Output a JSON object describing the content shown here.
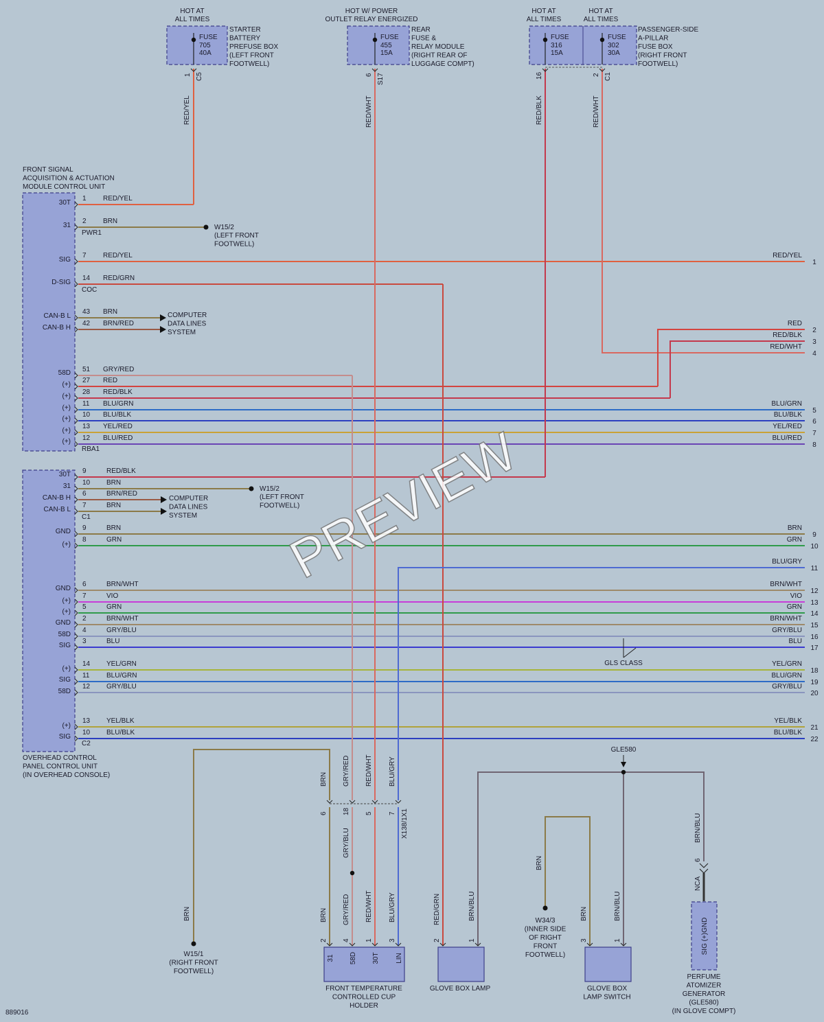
{
  "diagram_id": "889016",
  "watermark": "PREVIEW",
  "colors": {
    "red": "#d4443f",
    "redblk": "#c4384c",
    "redgrn": "#c9493e",
    "redwht": "#d9685f",
    "redyel": "#e06040",
    "brn": "#8b7a48",
    "brnred": "#9a5a45",
    "brnwht": "#9e8a6a",
    "brnblu": "#6f6572",
    "grn": "#2f9b4a",
    "blugrn": "#2c6bc6",
    "blublk": "#2c3fc0",
    "blu": "#3a3ad0",
    "blugry": "#4e6ad2",
    "blured": "#6a44b4",
    "yelred": "#c9a236",
    "yelgrn": "#a6b43a",
    "yelblk": "#b0a23a",
    "vio": "#c83cd8",
    "gryred": "#c48c8c",
    "gryblu": "#8a95be"
  },
  "fuses": [
    {
      "hot": "HOT AT ALL TIMES",
      "label": "FUSE",
      "number": "705",
      "rating": "40A",
      "desc": "STARTER BATTERY PREFUSE BOX (LEFT FRONT FOOTWELL)",
      "pin": "1",
      "conn": "C5"
    },
    {
      "hot": "HOT W/ POWER OUTLET RELAY ENERGIZED",
      "label": "FUSE",
      "number": "455",
      "rating": "15A",
      "desc": "REAR FUSE & RELAY MODULE (RIGHT REAR OF LUGGAGE COMPT)",
      "pin": "6",
      "conn": "S17"
    },
    {
      "hot": "HOT AT ALL TIMES",
      "label": "FUSE",
      "number": "316",
      "rating": "15A",
      "pin": "16"
    },
    {
      "hot": "HOT AT ALL TIMES",
      "label": "FUSE",
      "number": "302",
      "rating": "30A",
      "desc": "PASSENGER-SIDE A-PILLAR FUSE BOX (RIGHT FRONT FOOTWELL)",
      "pin": "2",
      "conn": "C1"
    }
  ],
  "modules": {
    "front_signal": {
      "title": [
        "FRONT SIGNAL",
        "ACQUISITION & ACTUATION",
        "MODULE CONTROL UNIT"
      ],
      "connectors": [
        "PWR1",
        "COC",
        "RBA1"
      ],
      "terminals": [
        "30T",
        "31",
        "SIG",
        "D-SIG",
        "CAN-B L",
        "CAN-B H",
        "58D",
        "(+)",
        "(+)",
        "(+)",
        "(+)",
        "(+)",
        "(+)"
      ]
    },
    "overhead": {
      "title": [
        "OVERHEAD CONTROL",
        "PANEL CONTROL UNIT",
        "(IN OVERHEAD CONSOLE)"
      ],
      "connectors": [
        "C1",
        "C2"
      ],
      "terminals": [
        "30T",
        "31",
        "CAN-B H",
        "CAN-B L",
        "GND",
        "(+)",
        "GND",
        "(+)",
        "(+)",
        "GND",
        "58D",
        "SIG",
        "(+)",
        "SIG",
        "58D",
        "(+)",
        "SIG"
      ]
    }
  },
  "wires": [
    {
      "pin": "1",
      "color": "RED/YEL"
    },
    {
      "pin": "2",
      "color": "BRN"
    },
    {
      "pin": "7",
      "color": "RED/YEL",
      "ref": "1"
    },
    {
      "pin": "14",
      "color": "RED/GRN"
    },
    {
      "pin": "43",
      "color": "BRN"
    },
    {
      "pin": "42",
      "color": "BRN/RED"
    },
    {
      "pin": "51",
      "color": "GRY/RED"
    },
    {
      "pin": "27",
      "color": "RED",
      "ref": "2"
    },
    {
      "pin": "28",
      "color": "RED/BLK",
      "ref": "3"
    },
    {
      "pin": "11",
      "color": "BLU/GRN",
      "ref": "5"
    },
    {
      "pin": "10",
      "color": "BLU/BLK",
      "ref": "6"
    },
    {
      "pin": "13",
      "color": "YEL/RED",
      "ref": "7"
    },
    {
      "pin": "12",
      "color": "BLU/RED",
      "ref": "8"
    },
    {
      "pin": "9",
      "color": "RED/BLK"
    },
    {
      "pin": "10",
      "color": "BRN"
    },
    {
      "pin": "6",
      "color": "BRN/RED"
    },
    {
      "pin": "7",
      "color": "BRN"
    },
    {
      "pin": "9",
      "color": "BRN",
      "ref": "9"
    },
    {
      "pin": "8",
      "color": "GRN",
      "ref": "10"
    },
    {
      "pin": "6",
      "color": "BRN/WHT",
      "ref": "12"
    },
    {
      "pin": "7",
      "color": "VIO",
      "ref": "13"
    },
    {
      "pin": "5",
      "color": "GRN",
      "ref": "14"
    },
    {
      "pin": "2",
      "color": "BRN/WHT",
      "ref": "15"
    },
    {
      "pin": "4",
      "color": "GRY/BLU",
      "ref": "16"
    },
    {
      "pin": "3",
      "color": "BLU",
      "ref": "17"
    },
    {
      "pin": "14",
      "color": "YEL/GRN",
      "ref": "18"
    },
    {
      "pin": "11",
      "color": "BLU/GRN",
      "ref": "19"
    },
    {
      "pin": "12",
      "color": "GRY/BLU",
      "ref": "20"
    },
    {
      "pin": "13",
      "color": "YEL/BLK",
      "ref": "21"
    },
    {
      "pin": "10",
      "color": "BLU/BLK",
      "ref": "22"
    }
  ],
  "right_refs": [
    {
      "color": "RED/YEL",
      "ref": "1"
    },
    {
      "color": "RED",
      "ref": "2"
    },
    {
      "color": "RED/BLK",
      "ref": "3"
    },
    {
      "color": "RED/WHT",
      "ref": "4"
    },
    {
      "color": "BLU/GRN",
      "ref": "5"
    },
    {
      "color": "BLU/BLK",
      "ref": "6"
    },
    {
      "color": "YEL/RED",
      "ref": "7"
    },
    {
      "color": "BLU/RED",
      "ref": "8"
    },
    {
      "color": "BRN",
      "ref": "9"
    },
    {
      "color": "GRN",
      "ref": "10"
    },
    {
      "color": "BLU/GRY",
      "ref": "11"
    },
    {
      "color": "BRN/WHT",
      "ref": "12"
    },
    {
      "color": "VIO",
      "ref": "13"
    },
    {
      "color": "GRN",
      "ref": "14"
    },
    {
      "color": "BRN/WHT",
      "ref": "15"
    },
    {
      "color": "GRY/BLU",
      "ref": "16"
    },
    {
      "color": "BLU",
      "ref": "17"
    },
    {
      "color": "YEL/GRN",
      "ref": "18"
    },
    {
      "color": "BLU/GRN",
      "ref": "19"
    },
    {
      "color": "GRY/BLU",
      "ref": "20"
    },
    {
      "color": "YEL/BLK",
      "ref": "21"
    },
    {
      "color": "BLU/BLK",
      "ref": "22"
    }
  ],
  "vertical_labels": [
    "RED/YEL",
    "RED/WHT",
    "RED/BLK",
    "RED/WHT",
    "BRN",
    "GRY/RED",
    "RED/WHT",
    "BLU/GRY",
    "GRY/BLU",
    "BRN",
    "GRY/RED",
    "RED/WHT",
    "BLU/GRY",
    "RED/GRN",
    "BRN/BLU",
    "BRN",
    "BRN",
    "BRN/BLU",
    "BRN/BLU",
    "NCA",
    "BRN"
  ],
  "grounds": [
    {
      "name": "W15/2",
      "desc": [
        "(LEFT FRONT",
        "FOOTWELL)"
      ]
    },
    {
      "name": "W15/2",
      "desc": [
        "(LEFT FRONT",
        "FOOTWELL)"
      ]
    },
    {
      "name": "W15/1",
      "desc": [
        "(RIGHT FRONT",
        "FOOTWELL)"
      ]
    },
    {
      "name": "W34/3",
      "desc": [
        "(INNER SIDE",
        "OF RIGHT",
        "FRONT",
        "FOOTWELL)"
      ]
    }
  ],
  "systems": [
    [
      "COMPUTER",
      "DATA LINES",
      "SYSTEM"
    ],
    [
      "COMPUTER",
      "DATA LINES",
      "SYSTEM"
    ]
  ],
  "splice_conn": {
    "pins": [
      "6",
      "18",
      "5",
      "7"
    ],
    "name": "X138/1X1"
  },
  "options": {
    "gls_class": "GLS CLASS",
    "gle580": "GLE580"
  },
  "components": {
    "cup_holder": {
      "name": [
        "FRONT TEMPERATURE",
        "CONTROLLED CUP",
        "HOLDER"
      ],
      "terminals": [
        "31",
        "58D",
        "30T",
        "LIN"
      ],
      "pins": [
        "2",
        "4",
        "1",
        "3"
      ]
    },
    "glove_lamp": {
      "name": [
        "GLOVE BOX LAMP"
      ],
      "pins": [
        "2",
        "1"
      ]
    },
    "glove_switch": {
      "name": [
        "GLOVE BOX",
        "LAMP SWITCH"
      ],
      "pins": [
        "3",
        "1"
      ]
    },
    "perfume": {
      "name": [
        "PERFUME",
        "ATOMIZER",
        "GENERATOR",
        "(GLE580)",
        "(IN GLOVE COMPT)"
      ],
      "terminals": "SIG (+)GND",
      "pin": "6"
    }
  }
}
